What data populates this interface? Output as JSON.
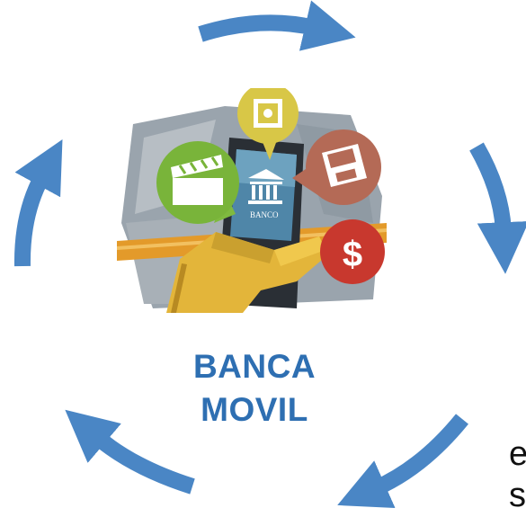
{
  "diagram": {
    "title_lines": [
      "BANCA",
      "MOVIL"
    ],
    "edge_text_lines": [
      "e",
      "s"
    ],
    "illustration": {
      "bank_label": "BANCO",
      "dollar_symbol": "$",
      "icons": [
        "clapperboard-icon",
        "safe-icon",
        "floppy-disk-icon",
        "dollar-icon",
        "bank-icon"
      ]
    },
    "colors": {
      "arrow": "#4a86c5",
      "title": "#2e6fb2"
    }
  }
}
